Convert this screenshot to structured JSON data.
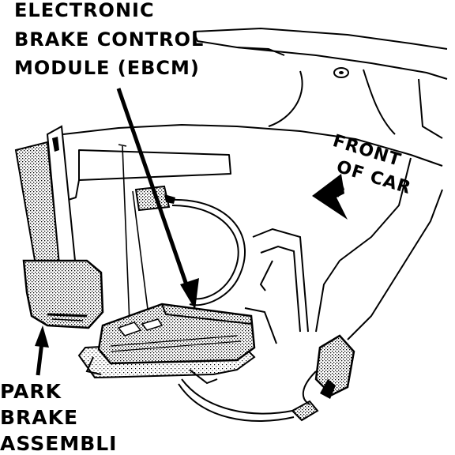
{
  "labels": {
    "ebcm": [
      "ELECTRONIC",
      "BRAKE CONTROL",
      "MODULE (EBCM)"
    ],
    "front": [
      "FRONT",
      "OF CAR"
    ],
    "park_brake": [
      "PARK",
      "BRAKE",
      "ASSEMBLI"
    ]
  },
  "colors": {
    "ink": "#000000",
    "paper": "#ffffff"
  }
}
